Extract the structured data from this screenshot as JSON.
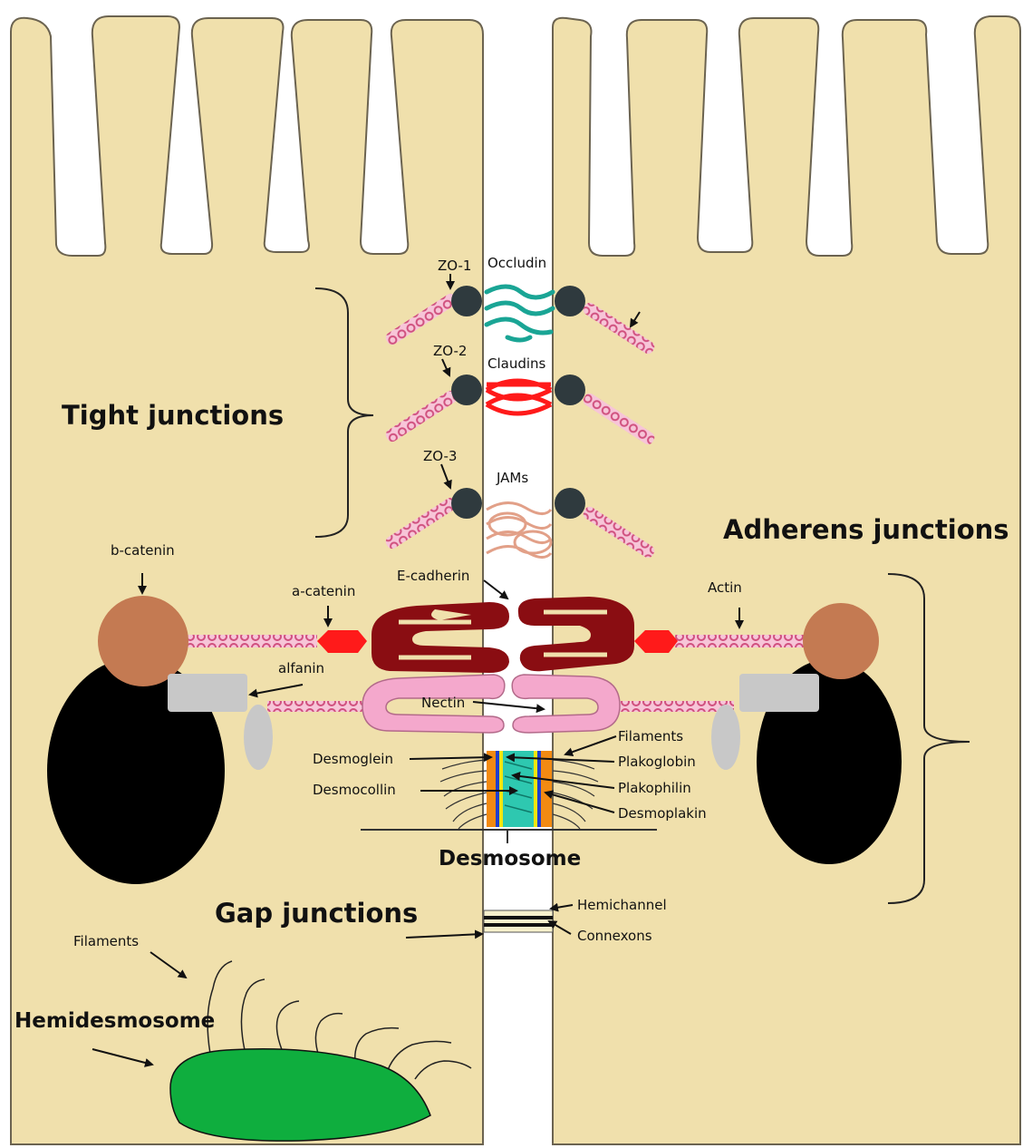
{
  "colors": {
    "cell_fill": "#f0e0ac",
    "cell_stroke": "#6b6350",
    "zo_protein": "#2f3a3e",
    "actin_strand": "#e0609a",
    "occludin": "#1aa595",
    "claudin": "#ff1a1a",
    "jam": "#e2a088",
    "e_cadherin": "#8a0d12",
    "catenin_a": "#ff1a1a",
    "catenin_b": "#c47a52",
    "nectin": "#f4a8cc",
    "afadin": "#c8c8c8",
    "desmosome_orange": "#f28a12",
    "desmosome_teal": "#2ec8b0",
    "hemidesmosome": "#0fae3e",
    "nucleus": "#000000"
  },
  "labels": {
    "tight_junctions": "Tight junctions",
    "adherens_junctions": "Adherens junctions",
    "desmosome": "Desmosome",
    "gap_junctions": "Gap junctions",
    "hemidesmosome": "Hemidesmosome",
    "zo1": "ZO-1",
    "zo2": "ZO-2",
    "zo3": "ZO-3",
    "occludin": "Occludin",
    "claudins": "Claudins",
    "jams": "JAMs",
    "b_catenin": "b-catenin",
    "a_catenin": "a-catenin",
    "e_cadherin": "E-cadherin",
    "actin": "Actin",
    "alfanin": "alfanin",
    "nectin": "Nectin",
    "filaments_desmo": "Filaments",
    "plakoglobin": "Plakoglobin",
    "plakophilin": "Plakophilin",
    "desmoplakin": "Desmoplakin",
    "desmoglein": "Desmoglein",
    "desmocollin": "Desmocollin",
    "hemichannel": "Hemichannel",
    "connexons": "Connexons",
    "filaments_hemi": "Filaments"
  }
}
